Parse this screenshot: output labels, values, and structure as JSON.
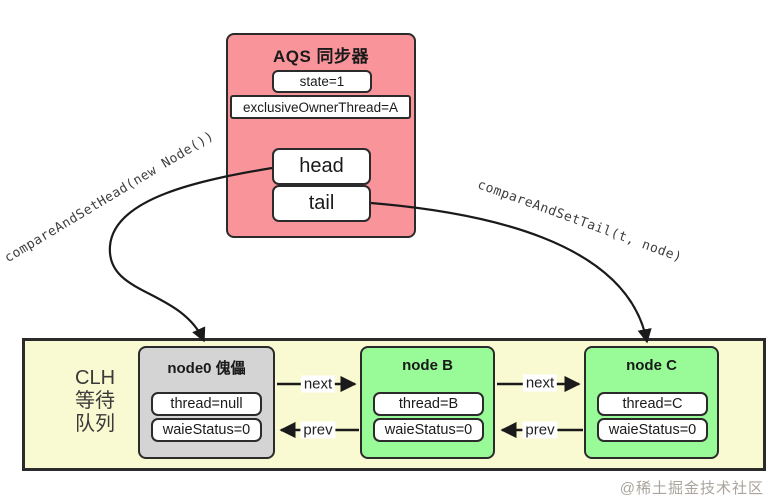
{
  "aqs": {
    "title": "AQS 同步器",
    "state": "state=1",
    "owner": "exclusiveOwnerThread=A",
    "head": "head",
    "tail": "tail"
  },
  "arrows": {
    "set_head": "compareAndSetHead(new Node())",
    "set_tail": "compareAndSetTail(t, node)",
    "next": "next",
    "prev": "prev"
  },
  "queue": {
    "label_lines": [
      "CLH",
      "等待",
      "队列"
    ],
    "nodes": [
      {
        "title": "node0 傀儡",
        "thread": "thread=null",
        "status": "waieStatus=0"
      },
      {
        "title": "node B",
        "thread": "thread=B",
        "status": "waieStatus=0"
      },
      {
        "title": "node C",
        "thread": "thread=C",
        "status": "waieStatus=0"
      }
    ]
  },
  "watermark": "@稀土掘金技术社区",
  "colors": {
    "aqs_fill": "#f8949a",
    "node_gray": "#d4d4d4",
    "node_green": "#98fb98",
    "queue_fill": "#fafad2",
    "border": "#2b2b2b",
    "arrow": "#1a1a1a"
  }
}
